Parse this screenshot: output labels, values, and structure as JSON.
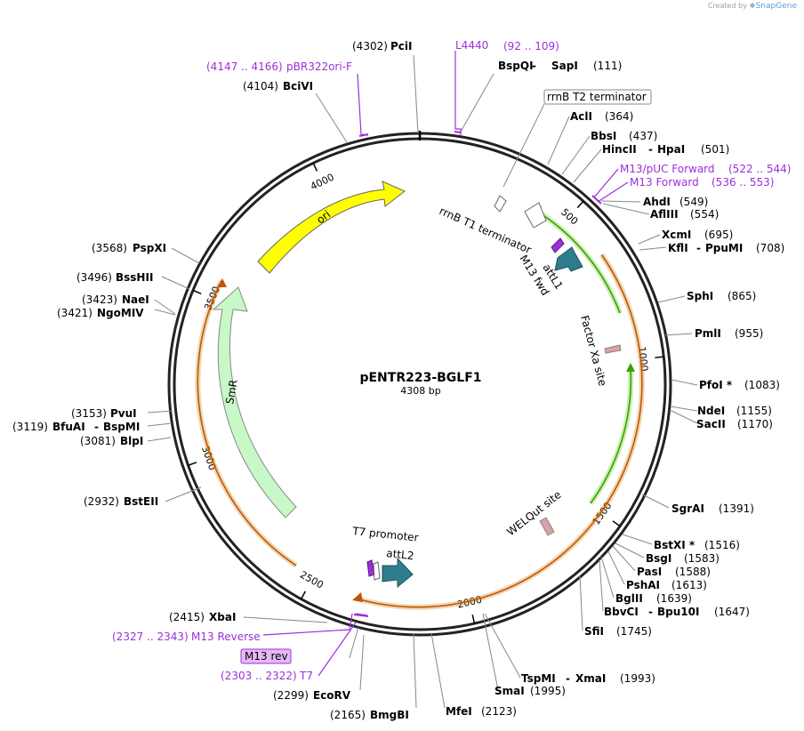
{
  "credit": {
    "prefix": "Created by",
    "brand": "SnapGene"
  },
  "plasmid": {
    "name": "pENTR223-BGLF1",
    "length": "4308 bp",
    "bp": 4308
  },
  "colors": {
    "ori": "#ffff00",
    "smr": "#c8f7c8",
    "attL": "#2e7d8c",
    "primer": "#9b30d9",
    "cds_outline": "#d98a1a",
    "cds_fill": "#ffe0b0",
    "green_feature": "#3aa000",
    "factor_xa": "#d9a0b0"
  },
  "ticks": [
    {
      "label": "500",
      "bp": 500
    },
    {
      "label": "1000",
      "bp": 1000
    },
    {
      "label": "1500",
      "bp": 1500
    },
    {
      "label": "2000",
      "bp": 2000
    },
    {
      "label": "2500",
      "bp": 2500
    },
    {
      "label": "3000",
      "bp": 3000
    },
    {
      "label": "3500",
      "bp": 3500
    },
    {
      "label": "4000",
      "bp": 4000
    }
  ],
  "enzymes_right": [
    {
      "name": "BspQI",
      "name2": "SapI",
      "pos": "(111)",
      "bp": 111
    },
    {
      "name": "AclI",
      "pos": "(364)",
      "bp": 364
    },
    {
      "name": "BbsI",
      "pos": "(437)",
      "bp": 437
    },
    {
      "name": "HincII",
      "name2": "HpaI",
      "pos": "(501)",
      "bp": 501
    },
    {
      "name": "AhdI",
      "pos": "(549)",
      "bp": 549
    },
    {
      "name": "AflIII",
      "pos": "(554)",
      "bp": 554
    },
    {
      "name": "XcmI",
      "pos": "(695)",
      "bp": 695
    },
    {
      "name": "KflI",
      "name2": "PpuMI",
      "pos": "(708)",
      "bp": 708
    },
    {
      "name": "SphI",
      "pos": "(865)",
      "bp": 865
    },
    {
      "name": "PmlI",
      "pos": "(955)",
      "bp": 955
    },
    {
      "name": "PfoI *",
      "pos": "(1083)",
      "bp": 1083
    },
    {
      "name": "NdeI",
      "pos": "(1155)",
      "bp": 1155
    },
    {
      "name": "SacII",
      "pos": "(1170)",
      "bp": 1170
    },
    {
      "name": "SgrAI",
      "pos": "(1391)",
      "bp": 1391
    },
    {
      "name": "BstXI *",
      "pos": "(1516)",
      "bp": 1516
    },
    {
      "name": "BsgI",
      "pos": "(1583)",
      "bp": 1583
    },
    {
      "name": "PasI",
      "pos": "(1588)",
      "bp": 1588
    },
    {
      "name": "PshAI",
      "pos": "(1613)",
      "bp": 1613
    },
    {
      "name": "BglII",
      "pos": "(1639)",
      "bp": 1639
    },
    {
      "name": "BbvCI",
      "name2": "Bpu10I",
      "pos": "(1647)",
      "bp": 1647
    },
    {
      "name": "SfiI",
      "pos": "(1745)",
      "bp": 1745
    },
    {
      "name": "TspMI",
      "name2": "XmaI",
      "pos": "(1993)",
      "bp": 1993
    },
    {
      "name": "SmaI",
      "pos": "(1995)",
      "bp": 1995
    },
    {
      "name": "MfeI",
      "pos": "(2123)",
      "bp": 2123
    }
  ],
  "enzymes_left": [
    {
      "name": "PciI",
      "pos": "(4302)",
      "bp": 4302
    },
    {
      "name": "BciVI",
      "pos": "(4104)",
      "bp": 4104
    },
    {
      "name": "PspXI",
      "pos": "(3568)",
      "bp": 3568
    },
    {
      "name": "BssHII",
      "pos": "(3496)",
      "bp": 3496
    },
    {
      "name": "NaeI",
      "pos": "(3423)",
      "bp": 3423
    },
    {
      "name": "NgoMIV",
      "pos": "(3421)",
      "bp": 3421
    },
    {
      "name": "PvuI",
      "pos": "(3153)",
      "bp": 3153
    },
    {
      "name": "BfuAI",
      "name2": "BspMI",
      "pos": "(3119)",
      "bp": 3119
    },
    {
      "name": "BlpI",
      "pos": "(3081)",
      "bp": 3081
    },
    {
      "name": "BstEII",
      "pos": "(2932)",
      "bp": 2932
    },
    {
      "name": "XbaI",
      "pos": "(2415)",
      "bp": 2415
    },
    {
      "name": "EcoRV",
      "pos": "(2299)",
      "bp": 2299
    },
    {
      "name": "BmgBI",
      "pos": "(2165)",
      "bp": 2165
    }
  ],
  "primers": [
    {
      "name": "L4440",
      "range": "(92 .. 109)"
    },
    {
      "name": "pBR322ori-F",
      "range": "(4147 .. 4166)"
    },
    {
      "name": "M13/pUC Forward",
      "range": "(522 .. 544)"
    },
    {
      "name": "M13 Forward",
      "range": "(536 .. 553)"
    },
    {
      "name": "M13 Reverse",
      "range": "(2327 .. 2343)"
    },
    {
      "name": "T7",
      "range": "(2303 .. 2322)"
    },
    {
      "name": "M13 rev"
    }
  ],
  "features": {
    "rrnB_T2": "rrnB T2 terminator",
    "rrnB_T1": "rrnB T1 terminator",
    "attL1": "attL1",
    "m13fwd": "M13 fwd",
    "factorxa": "Factor Xa site",
    "welqut": "WELQut site",
    "t7prom": "T7 promoter",
    "attL2": "attL2",
    "ori": "ori",
    "smr": "SmR"
  }
}
